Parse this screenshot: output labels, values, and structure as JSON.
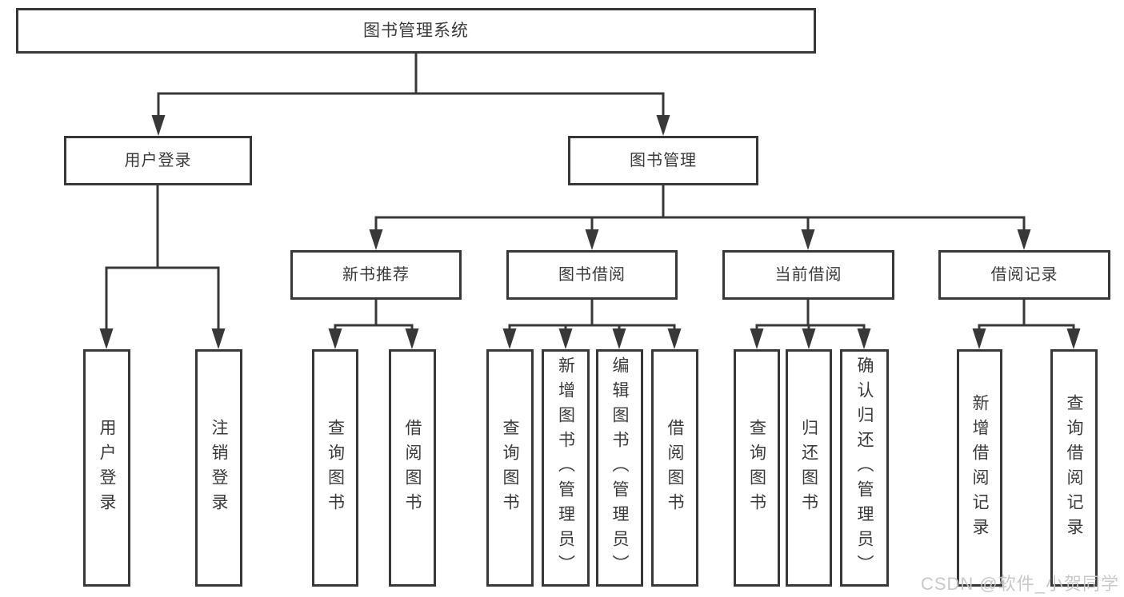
{
  "diagram": {
    "root": {
      "label": "图书管理系统"
    },
    "branches": [
      {
        "label": "用户登录",
        "children": [
          {
            "label": "用户登录"
          },
          {
            "label": "注销登录"
          }
        ]
      },
      {
        "label": "图书管理",
        "sections": [
          {
            "label": "新书推荐",
            "children": [
              {
                "label": "查询图书"
              },
              {
                "label": "借阅图书"
              }
            ]
          },
          {
            "label": "图书借阅",
            "children": [
              {
                "label": "查询图书"
              },
              {
                "label": "新增图书（管理员）"
              },
              {
                "label": "编辑图书（管理员）"
              },
              {
                "label": "借阅图书"
              }
            ]
          },
          {
            "label": "当前借阅",
            "children": [
              {
                "label": "查询图书"
              },
              {
                "label": "归还图书"
              },
              {
                "label": "确认归还（管理员）"
              }
            ]
          },
          {
            "label": "借阅记录",
            "children": [
              {
                "label": "新增借阅记录"
              },
              {
                "label": "查询借阅记录"
              }
            ]
          }
        ]
      }
    ]
  },
  "watermark": {
    "text": "CSDN @软件_小贺同学"
  },
  "colors": {
    "line": "#383838",
    "text": "#3a3a3a",
    "watermark": "#c6c6c6",
    "background": "#ffffff"
  }
}
